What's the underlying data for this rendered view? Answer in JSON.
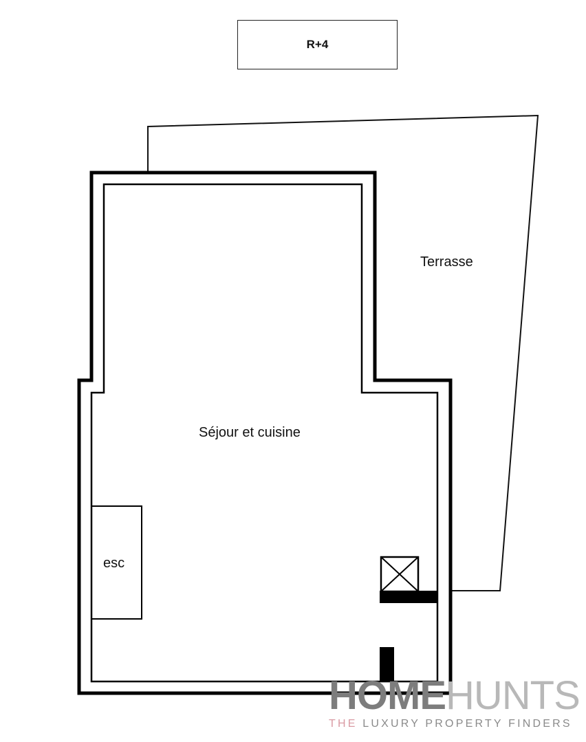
{
  "floor_label": "R+4",
  "rooms": {
    "terrace": "Terrasse",
    "living_kitchen": "Séjour et cuisine",
    "stairs": "esc"
  },
  "logo": {
    "brand_bold": "HOME",
    "brand_light": "HUNTS",
    "tagline_accent": "THE",
    "tagline_rest": " LUXURY PROPERTY FINDERS",
    "colors": {
      "bold": "#7d7d7d",
      "light": "#b8b8b8",
      "accent": "#d99aa3"
    }
  }
}
